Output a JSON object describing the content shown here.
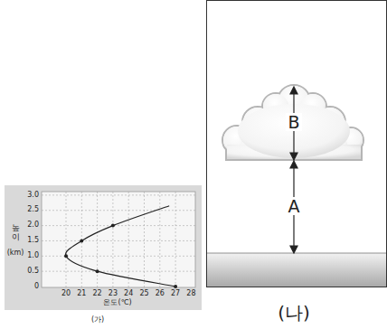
{
  "diagram": {
    "labels": [
      "3.0",
      "2.5",
      "2.0",
      "1.5",
      "1.0",
      "0.5",
      "0",
      "20",
      "21",
      "22",
      "23",
      "24",
      "25",
      "26",
      "27",
      "28",
      "높이",
      "(km)",
      "온도(℃)",
      "(가)",
      "B",
      "A",
      "(나)"
    ]
  }
}
